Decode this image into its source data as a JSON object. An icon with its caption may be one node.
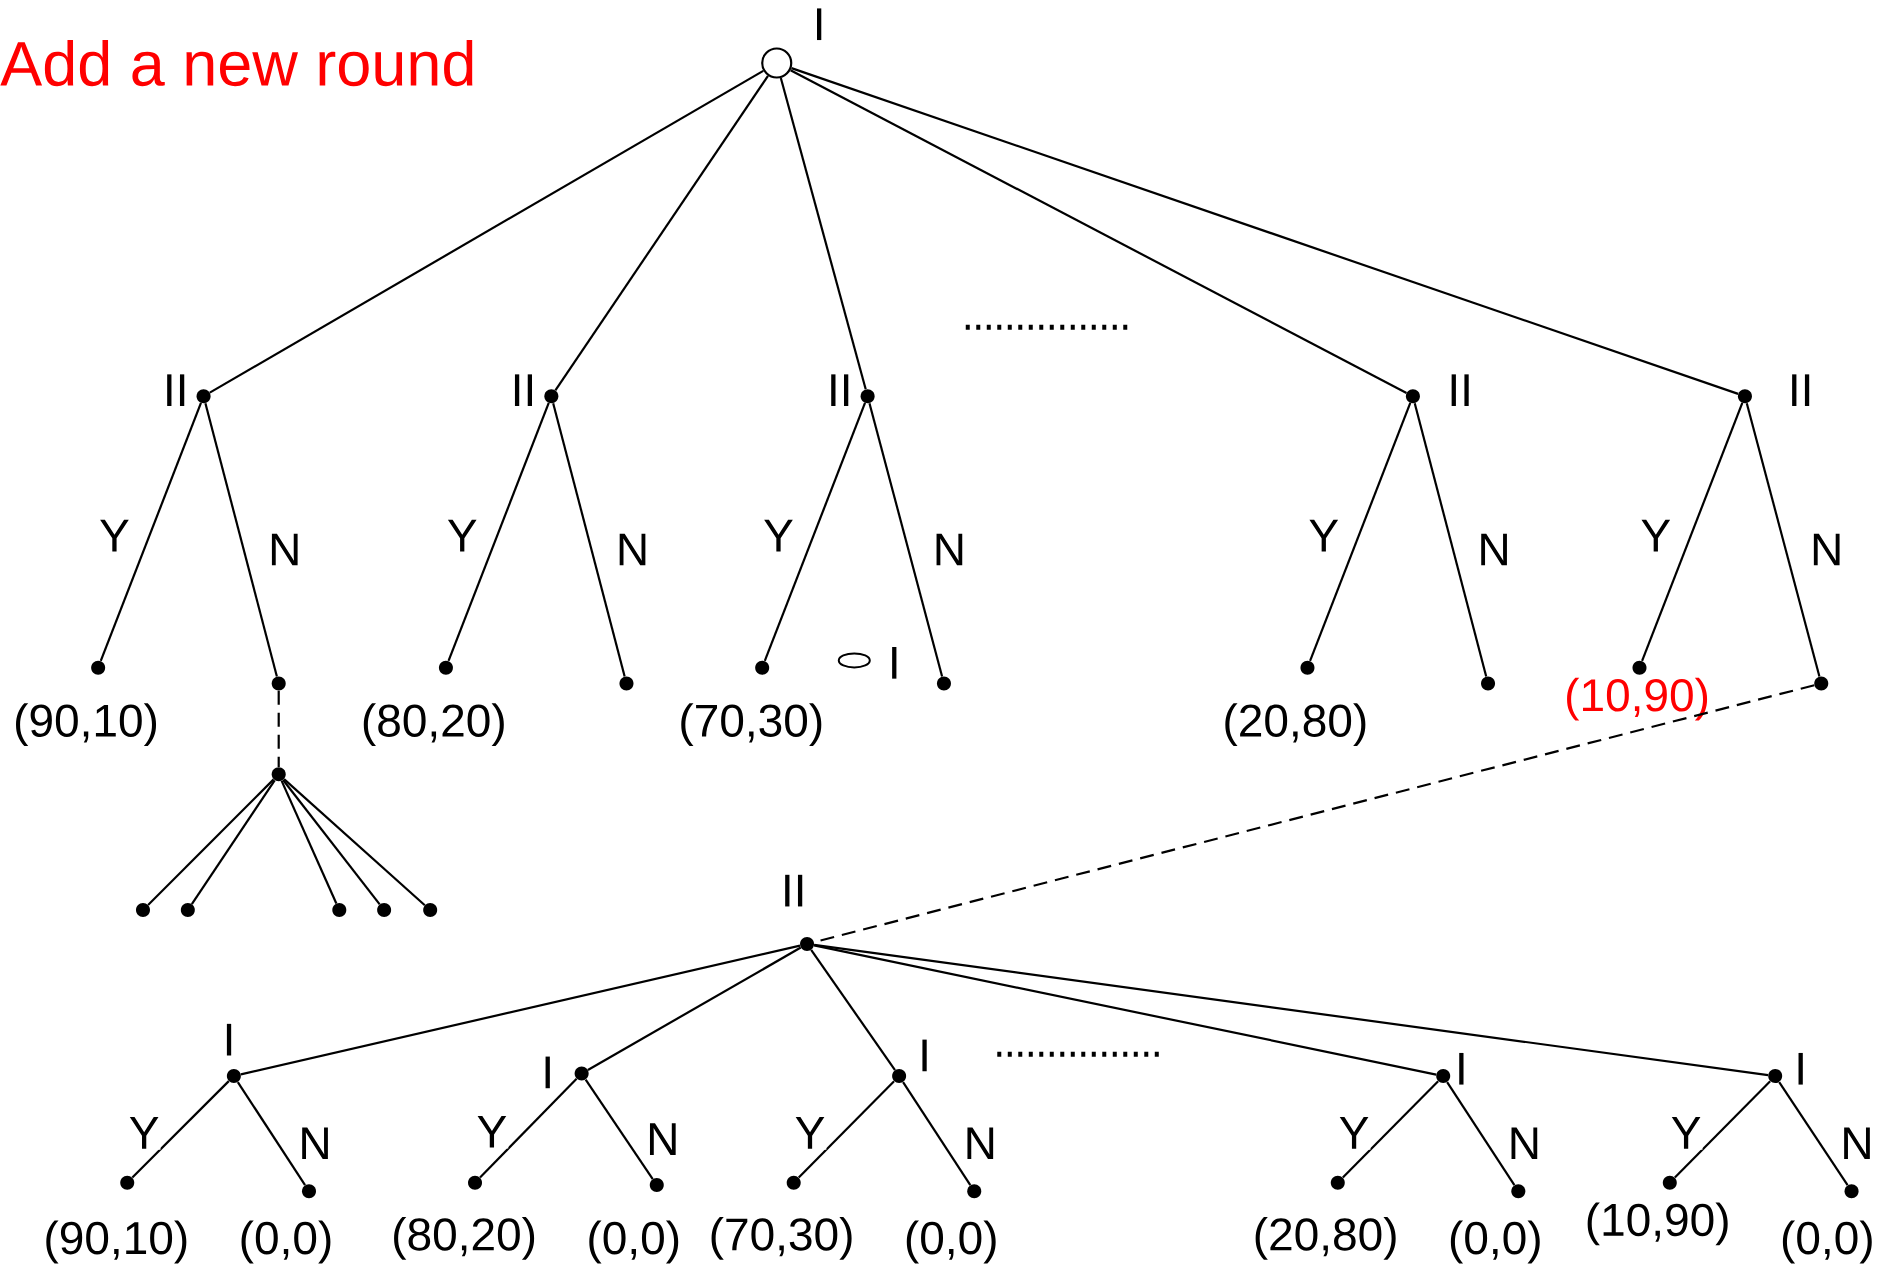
{
  "diagram": {
    "title": "Add a new round",
    "nodes": [
      {
        "text": [],
        "shape": "circle",
        "beside": [
          "I"
        ]
      },
      {
        "text": [],
        "shape": "dot",
        "beside": [
          "II"
        ]
      },
      {
        "text": [],
        "shape": "dot",
        "beside": [
          "II"
        ]
      },
      {
        "text": [],
        "shape": "dot",
        "beside": [
          "II"
        ]
      },
      {
        "text": [],
        "shape": "dot",
        "beside": [
          "II"
        ]
      },
      {
        "text": [],
        "shape": "dot",
        "beside": [
          "II"
        ]
      },
      {
        "text": [],
        "shape": "dot",
        "beside": [
          "(90,10)"
        ]
      },
      {
        "text": [],
        "shape": "dot"
      },
      {
        "text": [],
        "shape": "dot",
        "beside": [
          "(80,20)"
        ]
      },
      {
        "text": [],
        "shape": "dot"
      },
      {
        "text": [],
        "shape": "dot",
        "beside": [
          "(70,30)"
        ]
      },
      {
        "text": [],
        "shape": "dot"
      },
      {
        "text": [],
        "shape": "dot",
        "beside": [
          "(20,80)"
        ]
      },
      {
        "text": [],
        "shape": "dot"
      },
      {
        "text": [],
        "shape": "dot",
        "beside": [
          "(10,90)"
        ]
      },
      {
        "text": [],
        "shape": "dot"
      },
      {
        "text": [],
        "shape": "dot"
      },
      {
        "text": [],
        "shape": "dot"
      },
      {
        "text": [],
        "shape": "dot"
      },
      {
        "text": [],
        "shape": "dot"
      },
      {
        "text": [],
        "shape": "dot"
      },
      {
        "text": [],
        "shape": "dot"
      },
      {
        "text": [],
        "shape": "dot",
        "beside": [
          "II"
        ]
      },
      {
        "text": [],
        "shape": "dot",
        "beside": [
          "I"
        ]
      },
      {
        "text": [],
        "shape": "dot",
        "beside": [
          "I"
        ]
      },
      {
        "text": [],
        "shape": "dot",
        "beside": [
          "I"
        ]
      },
      {
        "text": [],
        "shape": "dot",
        "beside": [
          "I"
        ]
      },
      {
        "text": [],
        "shape": "dot",
        "beside": [
          "I"
        ]
      },
      {
        "text": [],
        "shape": "dot",
        "beside": [
          "(90,10)"
        ]
      },
      {
        "text": [],
        "shape": "dot",
        "beside": [
          "(0,0)"
        ]
      },
      {
        "text": [],
        "shape": "dot",
        "beside": [
          "(80,20)"
        ]
      },
      {
        "text": [],
        "shape": "dot",
        "beside": [
          "(0,0)"
        ]
      },
      {
        "text": [],
        "shape": "dot",
        "beside": [
          "(70,30)"
        ]
      },
      {
        "text": [],
        "shape": "dot",
        "beside": [
          "(0,0)"
        ]
      },
      {
        "text": [],
        "shape": "dot",
        "beside": [
          "(20,80)"
        ]
      },
      {
        "text": [],
        "shape": "dot",
        "beside": [
          "(0,0)"
        ]
      },
      {
        "text": [],
        "shape": "dot",
        "beside": [
          "(10,90)"
        ]
      },
      {
        "text": [],
        "shape": "dot",
        "beside": [
          "(0,0)"
        ]
      },
      {
        "text": [],
        "shape": "ellipse",
        "beside": [
          "I"
        ]
      }
    ],
    "edges": [
      {
        "from": 0,
        "to": 1,
        "arrow": "none"
      },
      {
        "from": 0,
        "to": 2,
        "arrow": "none"
      },
      {
        "from": 0,
        "to": 3,
        "arrow": "none"
      },
      {
        "from": 0,
        "to": 4,
        "arrow": "none"
      },
      {
        "from": 0,
        "to": 5,
        "arrow": "none"
      },
      {
        "from": 1,
        "to": 6,
        "arrow": "none",
        "label": "Y"
      },
      {
        "from": 1,
        "to": 7,
        "arrow": "none",
        "label": "N"
      },
      {
        "from": 2,
        "to": 8,
        "arrow": "none",
        "label": "Y"
      },
      {
        "from": 2,
        "to": 9,
        "arrow": "none",
        "label": "N"
      },
      {
        "from": 3,
        "to": 10,
        "arrow": "none",
        "label": "Y"
      },
      {
        "from": 3,
        "to": 11,
        "arrow": "none",
        "label": "N"
      },
      {
        "from": 4,
        "to": 12,
        "arrow": "none",
        "label": "Y"
      },
      {
        "from": 4,
        "to": 13,
        "arrow": "none",
        "label": "N"
      },
      {
        "from": 5,
        "to": 14,
        "arrow": "none",
        "label": "Y"
      },
      {
        "from": 5,
        "to": 15,
        "arrow": "none",
        "label": "N"
      },
      {
        "from": 7,
        "to": 16,
        "arrow": "none",
        "style": "dashed"
      },
      {
        "from": 16,
        "to": 17,
        "arrow": "none"
      },
      {
        "from": 16,
        "to": 18,
        "arrow": "none"
      },
      {
        "from": 16,
        "to": 19,
        "arrow": "none"
      },
      {
        "from": 16,
        "to": 20,
        "arrow": "none"
      },
      {
        "from": 16,
        "to": 21,
        "arrow": "none"
      },
      {
        "from": 15,
        "to": 22,
        "arrow": "none",
        "style": "dashed"
      },
      {
        "from": 22,
        "to": 23,
        "arrow": "none"
      },
      {
        "from": 22,
        "to": 24,
        "arrow": "none"
      },
      {
        "from": 22,
        "to": 25,
        "arrow": "none"
      },
      {
        "from": 22,
        "to": 26,
        "arrow": "none"
      },
      {
        "from": 22,
        "to": 27,
        "arrow": "none"
      },
      {
        "from": 23,
        "to": 28,
        "arrow": "none",
        "label": "Y"
      },
      {
        "from": 23,
        "to": 29,
        "arrow": "none",
        "label": "N"
      },
      {
        "from": 24,
        "to": 30,
        "arrow": "none",
        "label": "Y"
      },
      {
        "from": 24,
        "to": 31,
        "arrow": "none",
        "label": "N"
      },
      {
        "from": 25,
        "to": 32,
        "arrow": "none",
        "label": "Y"
      },
      {
        "from": 25,
        "to": 33,
        "arrow": "none",
        "label": "N"
      },
      {
        "from": 26,
        "to": 34,
        "arrow": "none",
        "label": "Y"
      },
      {
        "from": 26,
        "to": 35,
        "arrow": "none",
        "label": "N"
      },
      {
        "from": 27,
        "to": 36,
        "arrow": "none",
        "label": "Y"
      },
      {
        "from": 27,
        "to": 37,
        "arrow": "none",
        "label": "N"
      }
    ]
  }
}
